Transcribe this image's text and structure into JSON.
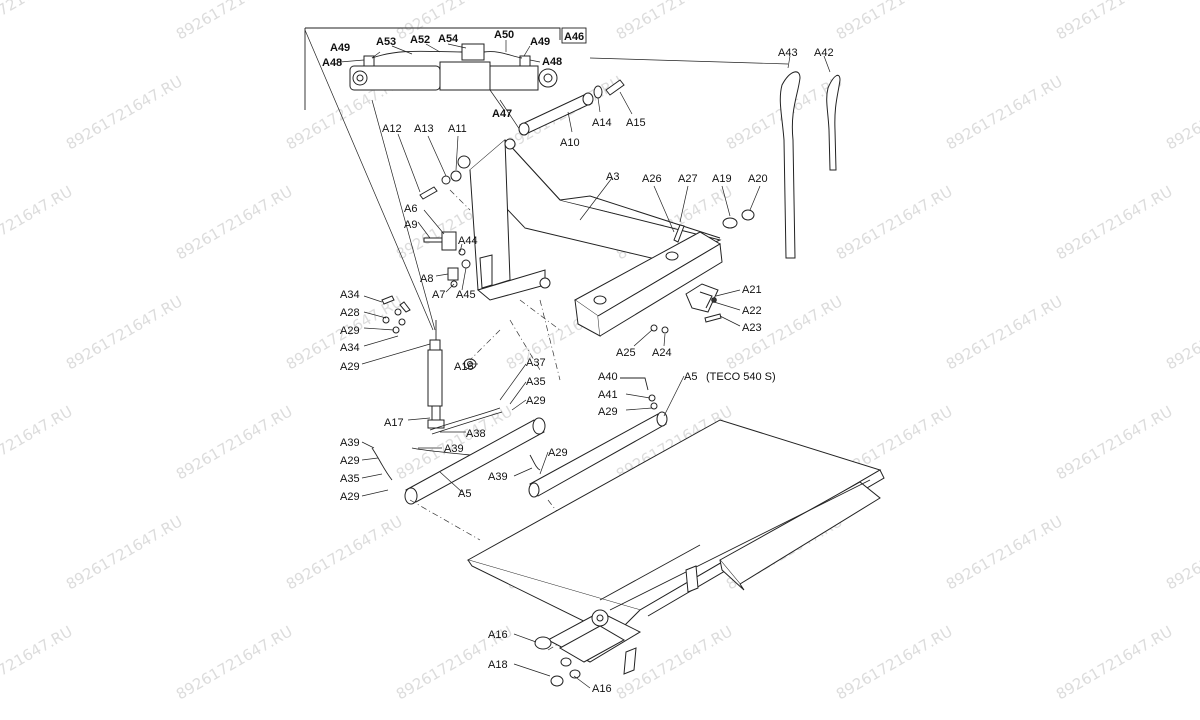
{
  "watermark": "89261721647.RU",
  "labels": {
    "A46": "A46",
    "A49a": "A49",
    "A53": "A53",
    "A52": "A52",
    "A54": "A54",
    "A50": "A50",
    "A49b": "A49",
    "A48a": "A48",
    "A48b": "A48",
    "A47": "A47",
    "A43": "A43",
    "A42": "A42",
    "A10": "A10",
    "A14": "A14",
    "A15": "A15",
    "A12": "A12",
    "A13": "A13",
    "A11": "A11",
    "A3": "A3",
    "A26": "A26",
    "A27": "A27",
    "A19": "A19",
    "A20": "A20",
    "A6": "A6",
    "A9": "A9",
    "A44": "A44",
    "A8": "A8",
    "A7": "A7",
    "A45": "A45",
    "A21": "A21",
    "A22": "A22",
    "A23": "A23",
    "A25": "A25",
    "A24": "A24",
    "A34a": "A34",
    "A28": "A28",
    "A29a": "A29",
    "A34b": "A34",
    "A29b": "A29",
    "A16a": "A16",
    "A37": "A37",
    "A35a": "A35",
    "A29c": "A29",
    "A40": "A40",
    "A5a": "A5",
    "A5note": "(TECO 540 S)",
    "A41": "A41",
    "A29d": "A29",
    "A17": "A17",
    "A38": "A38",
    "A39a": "A39",
    "A39b": "A39",
    "A29e": "A29",
    "A35b": "A35",
    "A29f": "A29",
    "A39c": "A39",
    "A29g": "A29",
    "A5b": "A5",
    "A16b": "A16",
    "A18": "A18",
    "A16c": "A16"
  }
}
